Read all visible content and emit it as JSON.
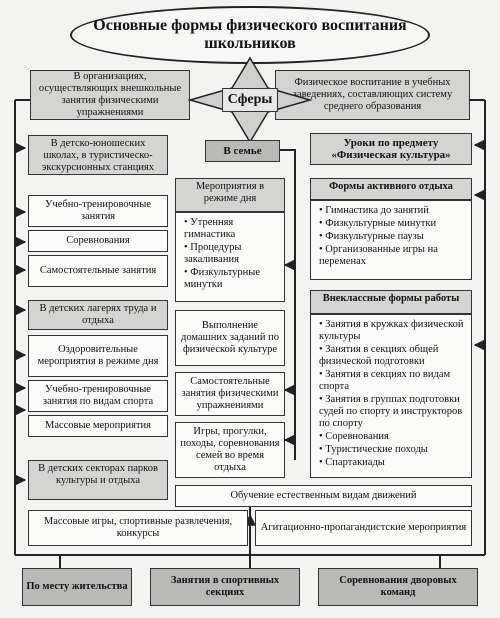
{
  "title": "Основные формы физического воспитания школьников",
  "center": "Сферы",
  "top_left": "В организациях, осуществляющих внешкольные занятия физическими упражнениями",
  "top_right": "Физическое воспитание в учебных заведениях, составляющих систему среднего образования",
  "family": "В семье",
  "lesson": "Уроки по предмету «Физическая культура»",
  "left_col": {
    "sport_schools": {
      "header": "В детско-юношеских школах, в туристическо-экскурсионных станциях",
      "items": [
        "Учебно-тренировочные занятия",
        "Соревнования",
        "Самостоятельные занятия"
      ]
    },
    "camps": {
      "header": "В детских лагерях труда и отдыха",
      "items": [
        "Оздоровительные мероприятия в режиме дня",
        "Учебно-тренировочные занятия по видам спорта",
        "Массовые мероприятия"
      ]
    },
    "parks": {
      "header": "В детских секторах парков культуры и отдыха"
    }
  },
  "middle_col": {
    "regime_header": "Мероприятия в режиме дня",
    "regime_items": [
      "• Утренняя гимнастика",
      "• Процедуры закаливания",
      "• Физкультурные минутки"
    ],
    "items": [
      "Выполнение домашних заданий по физической культуре",
      "Самостоятельные занятия физическими упражнениями",
      "Игры, прогулки, походы, соревнования семей во время отдыха"
    ]
  },
  "right_col": {
    "active_header": "Формы активного отдыха",
    "active_items": [
      "• Гимнастика до занятий",
      "• Физкультурные минутки",
      "• Физкультурные паузы",
      "• Организованные игры на переменах"
    ],
    "extra_header": "Внеклассные формы работы",
    "extra_items": [
      "• Занятия в кружках физической культуры",
      "• Занятия в секциях общей физической подготовки",
      "• Занятия в секциях по видам спорта",
      "• Занятия в группах подготовки судей по спорту и инструкторов по спорту",
      "• Соревнования",
      "• Туристические походы",
      "• Спартакиады"
    ]
  },
  "natural": "Обучение естественным видам движений",
  "mass_games": "Массовые игры, спортивные развлечения, конкурсы",
  "agit": "Агитационно-пропагандистские мероприятия",
  "bottom": [
    "По месту жительства",
    "Занятия в спортивных секциях",
    "Соревнования дворовых команд"
  ]
}
